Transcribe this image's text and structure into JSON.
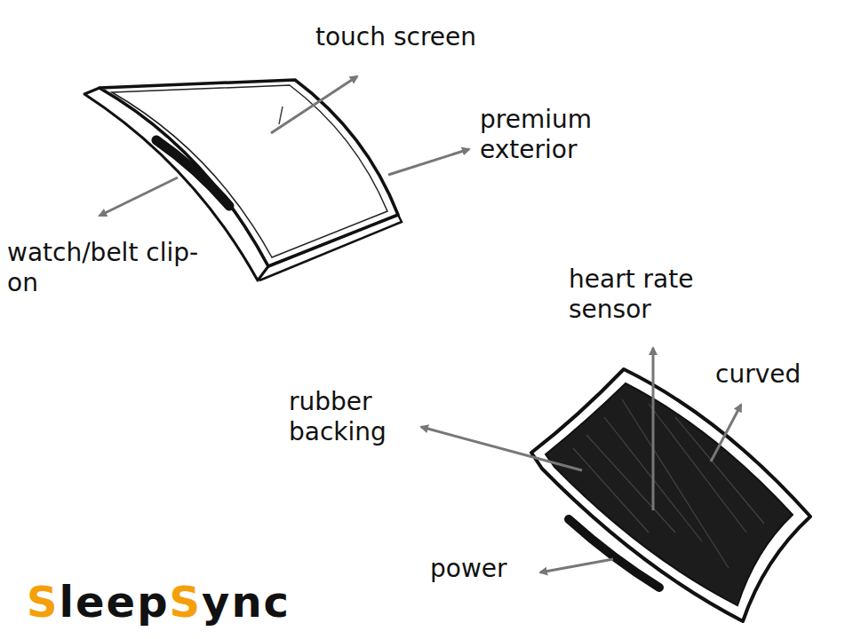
{
  "diagram": {
    "labels": [
      "touch screen",
      "premium exterior",
      "watch/belt clip-on",
      "heart rate sensor",
      "curved",
      "rubber backing",
      "power",
      "SleepSync"
    ]
  }
}
